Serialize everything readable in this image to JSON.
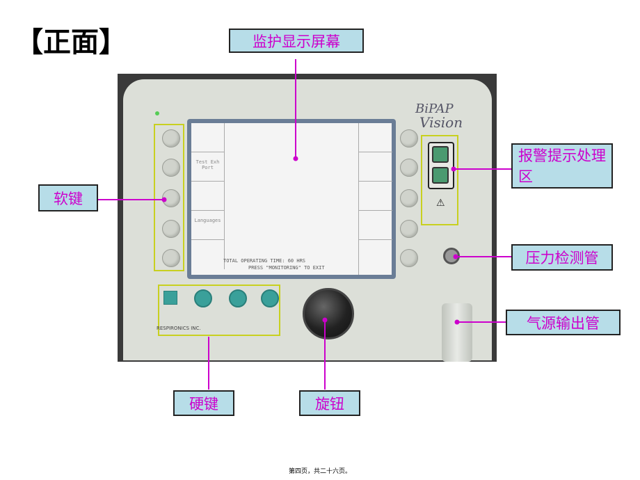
{
  "title": "【正面】",
  "labels": {
    "screen": "监护显示屏幕",
    "soft_keys": "软键",
    "alarm_area": "报警提示处理区",
    "pressure_tube": "压力检测管",
    "gas_outlet": "气源输出管",
    "hard_keys": "硬键",
    "knob": "旋钮"
  },
  "device": {
    "brand_line1": "BiPAP",
    "brand_line2": "Vision",
    "screen_cell_test": "Test Exh Port",
    "screen_cell_language": "Languages",
    "screen_status_line1": "TOTAL OPERATING TIME: 60 HRS",
    "screen_status_line2": "PRESS \"MONITORING\" TO EXIT",
    "maker": "RESPIRONICS INC."
  },
  "footer": "第四页，共二十六页。",
  "colors": {
    "label_bg": "#b7dde8",
    "label_text": "#cc00cc",
    "pointer": "#cc00cc",
    "highlight": "#c8d020"
  }
}
